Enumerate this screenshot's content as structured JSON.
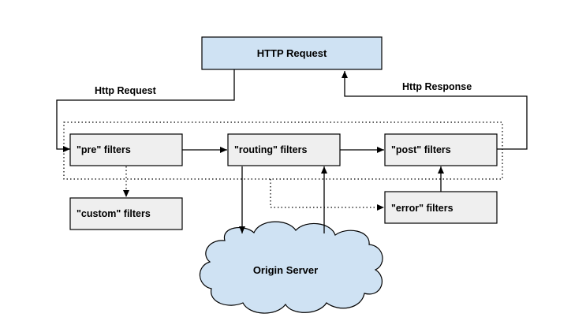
{
  "nodes": {
    "http_request": "HTTP Request",
    "pre": "\"pre\" filters",
    "routing": "\"routing\" filters",
    "post": "\"post\" filters",
    "custom": "\"custom\" filters",
    "error": "\"error\" filters",
    "origin": "Origin Server"
  },
  "edges": {
    "request_label": "Http Request",
    "response_label": "Http Response"
  },
  "colors": {
    "header_fill": "#cfe2f3",
    "filter_fill": "#efefef",
    "cloud_fill": "#cfe2f3",
    "stroke": "#000000"
  }
}
